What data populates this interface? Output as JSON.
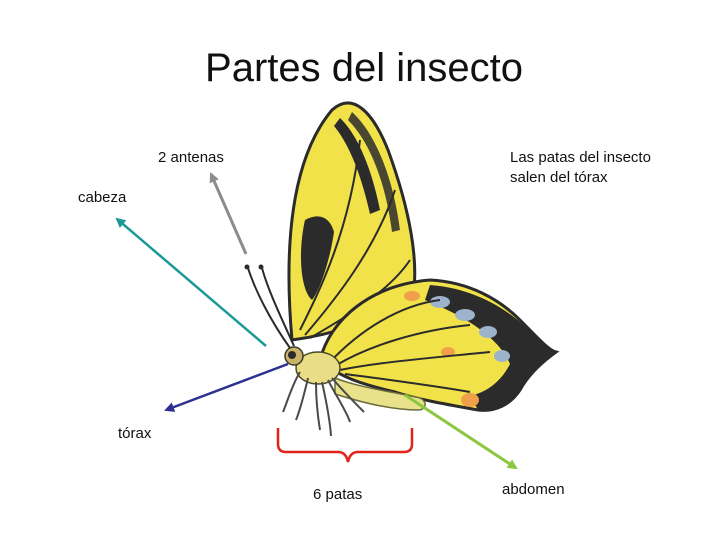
{
  "title": "Partes del insecto",
  "labels": {
    "antenas": "2 antenas",
    "cabeza": "cabeza",
    "torax": "tórax",
    "patas": "6 patas",
    "abdomen": "abdomen",
    "note_line1": "Las patas del insecto",
    "note_line2": "salen del tórax"
  },
  "colors": {
    "antenas_arrow": "#8c8c8c",
    "cabeza_arrow": "#1a9a96",
    "torax_arrow": "#2e3192",
    "abdomen_arrow": "#8dc63f",
    "brace": "#e2231a",
    "wing_yellow": "#f2e24a",
    "wing_dark": "#2b2b2b"
  }
}
